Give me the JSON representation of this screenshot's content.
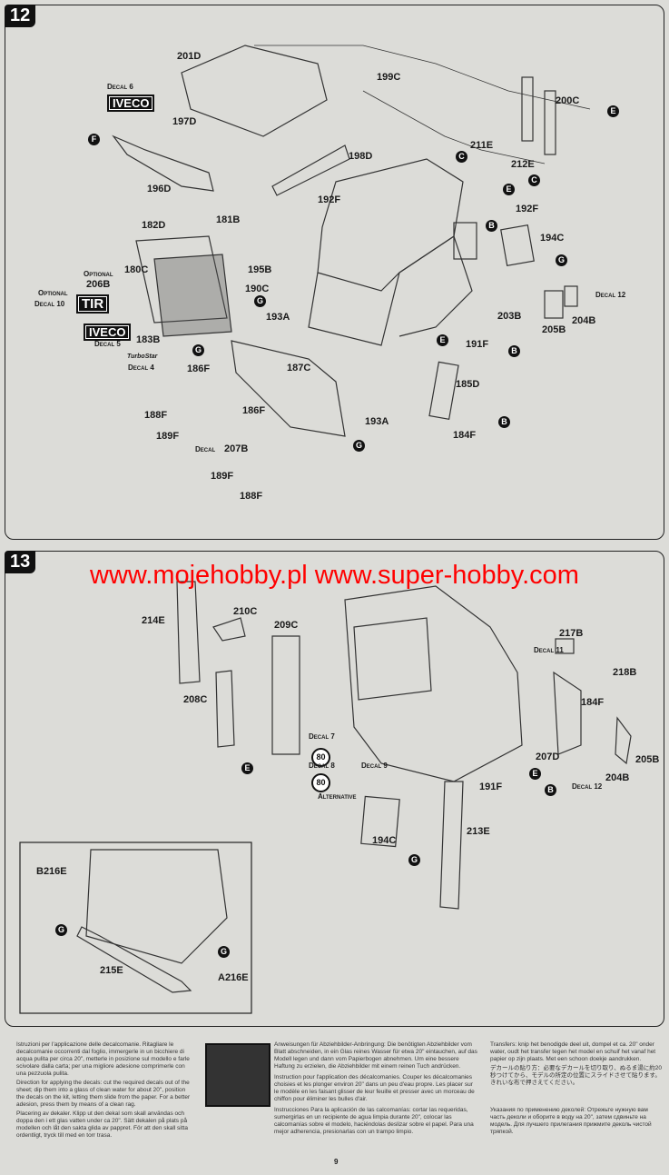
{
  "step12": {
    "number": "12",
    "labels": [
      "201D",
      "197D",
      "199C",
      "200C",
      "196D",
      "198D",
      "211E",
      "212E",
      "192F",
      "192F",
      "182D",
      "181B",
      "194C",
      "180C",
      "195B",
      "190C",
      "193A",
      "203B",
      "205B",
      "204B",
      "183B",
      "186F",
      "187C",
      "191F",
      "185D",
      "188F",
      "186F",
      "193A",
      "184F",
      "189F",
      "207B",
      "189F",
      "188F"
    ],
    "markers": [
      "E",
      "F",
      "C",
      "C",
      "E",
      "B",
      "G",
      "G",
      "E",
      "B",
      "G",
      "B",
      "G",
      "B"
    ],
    "decals": [
      "Decal 6",
      "Optional",
      "206B",
      "Optional",
      "Decal 10",
      "Decal 12",
      "Decal 5",
      "Decal 4",
      "Decal"
    ],
    "logos": {
      "iveco": "IVECO",
      "tir": "TIR",
      "turbostar": "TurboStar"
    }
  },
  "step13": {
    "number": "13",
    "labels": [
      "214E",
      "210C",
      "209C",
      "217B",
      "218B",
      "208C",
      "184F",
      "207D",
      "205B",
      "204B",
      "191F",
      "194C",
      "213E",
      "B216E",
      "215E",
      "A216E",
      "80",
      "80"
    ],
    "markers": [
      "E",
      "E",
      "B",
      "G",
      "G",
      "G"
    ],
    "decals": [
      "Decal 11",
      "Decal 7",
      "Decal 8",
      "Decal 9",
      "Alternative",
      "Decal 12"
    ]
  },
  "watermark": "www.mojehobby.pl www.super-hobby.com",
  "instructions": {
    "it": "Istruzioni per l'applicazione delle decalcomanie. Ritagliare le decalcomanie occorrenti dal foglio, immergerle in un bicchiere di acqua pulita per circa 20\", metterle in posizione sul modello e farle scivolare dalla carta; per una migliore adesione comprimerle con una pezzuola pulita.",
    "en": "Direction for applying the decals: cut the required decals out of the sheet; dip them into a glass of clean water for about 20\", position the decals on the kit, letting them slide from the paper. For a better adesion, press them by means of a clean rag.",
    "sv": "Placering av dekaler. Klipp ut den dekal som skall användas och doppa den i ett glas vatten under ca 20\". Sätt dekalen på plats på modellen och låt den sakta glida av pappret. För att den skall sitta ordentligt, tryck till med en torr trasa.",
    "de": "Anweisungen für Abziehbilder-Anbringung: Die benötigten Abziehbilder vom Blatt abschneiden, in ein Glas reines Wasser für etwa 20\" eintauchen, auf das Modell legen und dann vom Papierbogen abnehmen. Um eine bessere Haftung zu erzielen, die Abziehbilder mit einem reinen Tuch andrücken.",
    "fr": "Instruction pour l'application des décalcomanies. Couper les décalcomanies choisies et les plonger environ 20\" dans un peu d'eau propre. Les placer sur le modèle en les faisant glisser de leur feuille et presser avec un morceau de chiffon pour éliminer les bulles d'air.",
    "es": "Instrucciones Para la aplicación de las calcomanías: cortar las requeridas, sumergirlas en un recipiente de agua limpia durante 20\", colocar las calcomanías sobre el modelo, haciéndolas deslizar sobre el papel. Para una mejor adherencia, presionarlas con un trampo limpio.",
    "nl": "Transfers: knip het benodigde deel uit, dompel et ca. 20\" onder water, oudt het transfer tegen het model en schuif het vanaf het papier op zijn plaats. Met een schoon doekje aandrukken.",
    "ja": "デカールの貼り方：必要なデカールを切り取り、ぬるま湯に約20秒つけてから、モデルの所定の位置にスライドさせて貼ります。きれいな布で押さえてください。",
    "ru": "Указания по применению деколей: Отрежьте нужную вам часть деколи и оборите в воду на 20\", затем сдвиньте на модель. Для лучшего прилегания прижмите деколь чистой тряпкой."
  },
  "page_number": "9"
}
